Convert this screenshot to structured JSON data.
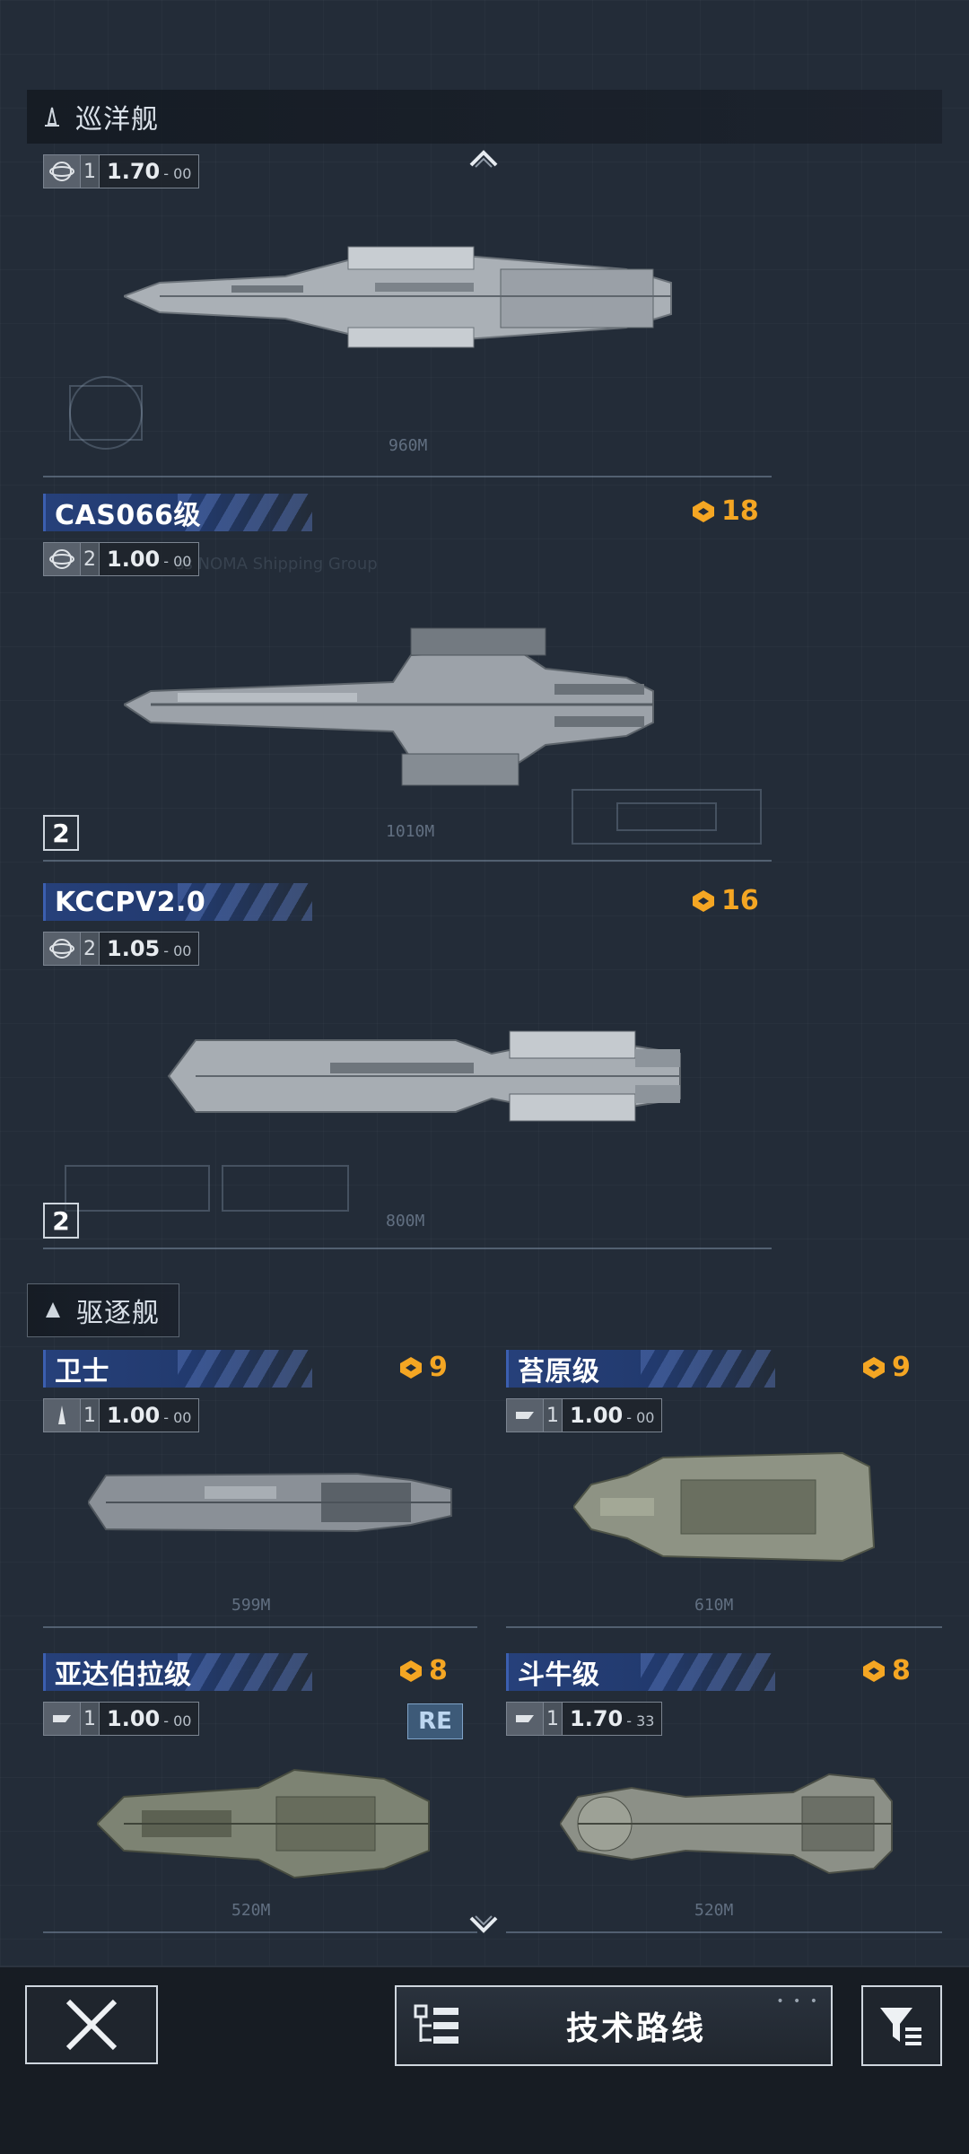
{
  "sections": {
    "cruiser": {
      "label": "巡洋舰"
    },
    "destroyer": {
      "label": "驱逐舰"
    }
  },
  "cruiser_top": {
    "stat": {
      "tier": "1",
      "value": "1.70",
      "decimal": "- 00"
    },
    "scale": "960M"
  },
  "cards": {
    "cas066": {
      "name": "CAS066级",
      "cost": "18",
      "stat": {
        "tier": "2",
        "value": "1.00",
        "decimal": "- 00"
      },
      "scale": "1010M",
      "tier_badge": "2",
      "watermark": "ss NOMA Shipping Group"
    },
    "kccpv": {
      "name": "KCCPV2.0",
      "cost": "16",
      "stat": {
        "tier": "2",
        "value": "1.05",
        "decimal": "- 00"
      },
      "scale": "800M",
      "tier_badge": "2"
    },
    "guard": {
      "name": "卫士",
      "cost": "9",
      "stat": {
        "tier": "1",
        "value": "1.00",
        "decimal": "- 00"
      },
      "scale": "599M"
    },
    "moss": {
      "name": "苔原级",
      "cost": "9",
      "stat": {
        "tier": "1",
        "value": "1.00",
        "decimal": "- 00"
      },
      "scale": "610M"
    },
    "adaberla": {
      "name": "亚达伯拉级",
      "cost": "8",
      "stat": {
        "tier": "1",
        "value": "1.00",
        "decimal": "- 00"
      },
      "scale": "520M",
      "re_badge": "RE"
    },
    "bull": {
      "name": "斗牛级",
      "cost": "8",
      "stat": {
        "tier": "1",
        "value": "1.70",
        "decimal": "- 33"
      },
      "scale": "520M"
    }
  },
  "bottom": {
    "tech_label": "技术路线",
    "tech_dots": "• • •"
  },
  "colors": {
    "background": "#232c38",
    "name_bar": "#26407a",
    "cost": "#f4a623",
    "re_badge": "#3d5a78"
  },
  "icons": [
    "cruiser-class-icon",
    "destroyer-class-icon",
    "chevron-up-icon",
    "chevron-down-icon",
    "planet-icon",
    "ship-silhouette-icon",
    "badge-emblem-icon",
    "close-icon",
    "tech-tree-icon",
    "filter-icon"
  ]
}
